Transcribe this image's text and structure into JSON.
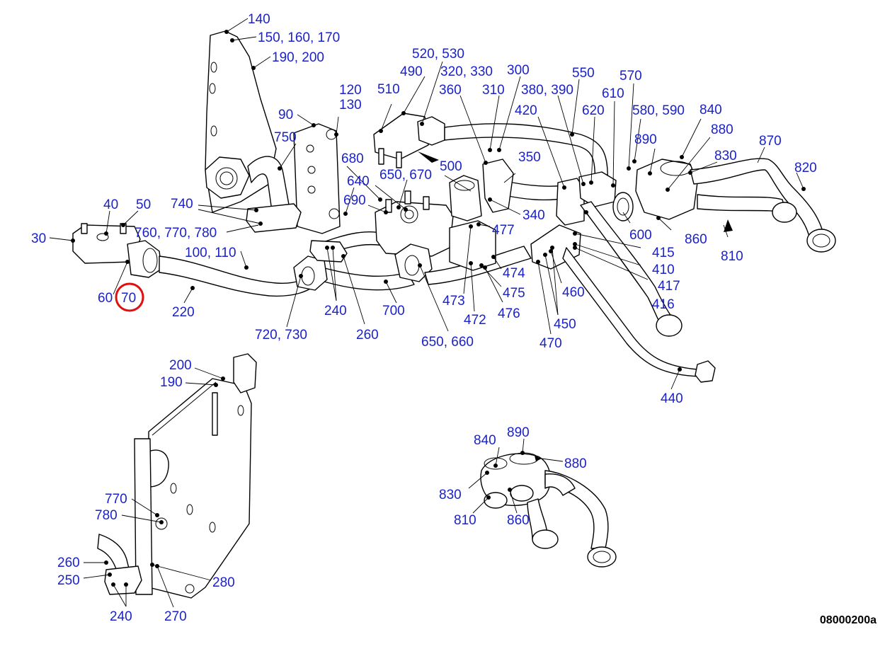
{
  "drawing_code": "08000200a",
  "highlighted_callout": "70",
  "colors": {
    "label": "#1a22c8",
    "highlight": "#e01010",
    "line": "#000000"
  },
  "callouts": {
    "c140": "140",
    "c150": "150, 160, 170",
    "c190a": "190, 200",
    "c520": "520, 530",
    "c490": "490",
    "c320": "320, 330",
    "c300": "300",
    "c550": "550",
    "c570": "570",
    "c510": "510",
    "c360": "360",
    "c310": "310",
    "c380": "380, 390",
    "c610": "610",
    "c120": "120",
    "c130": "130",
    "c420": "420",
    "c620": "620",
    "c580": "580, 590",
    "c840a": "840",
    "c90": "90",
    "c750": "750",
    "c880a": "880",
    "c890a": "890",
    "c870": "870",
    "c830a": "830",
    "c820": "820",
    "c680": "680",
    "c500": "500",
    "c350": "350",
    "c640": "640",
    "c650a": "650, 670",
    "c690": "690",
    "c740": "740",
    "c40": "40",
    "c50": "50",
    "c340": "340",
    "c760": "760, 770, 780",
    "c477": "477",
    "c600": "600",
    "c860a": "860",
    "c810a": "810",
    "c30": "30",
    "c415": "415",
    "c100": "100, 110",
    "c474": "474",
    "c410": "410",
    "c417": "417",
    "c60": "60",
    "c70": "70",
    "c475": "475",
    "c460": "460",
    "c473": "473",
    "c416": "416",
    "c220": "220",
    "c240a": "240",
    "c700": "700",
    "c472": "472",
    "c476": "476",
    "c450": "450",
    "c720": "720, 730",
    "c260a": "260",
    "c650b": "650, 660",
    "c470": "470",
    "c440": "440",
    "c200": "200",
    "c190b": "190",
    "c770": "770",
    "c780": "780",
    "c260b": "260",
    "c250": "250",
    "c280": "280",
    "c240b": "240",
    "c270": "270",
    "c840b": "840",
    "c890b": "890",
    "c880b": "880",
    "c830b": "830",
    "c810b": "810",
    "c860b": "860"
  }
}
